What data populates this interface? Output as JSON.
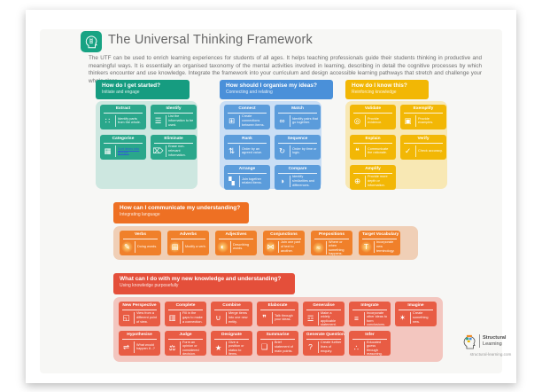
{
  "page": {
    "title": "The Universal Thinking Framework",
    "intro": "The UTF can be used to enrich learning experiences for students of all ages. It helps teaching professionals guide their students thinking in productive and meaningful ways. It is essentially an organised taxonomy of the mental activities involved in learning, describing in detail the cognitive processes by which thinkers encounter and use knowledge. Integrate the framework into your curriculum and design accessible learning pathways that stretch and challenge your whole class.",
    "brand_color": "#18a383"
  },
  "logo": {
    "brand_line1": "Structural",
    "brand_line2": "Learning",
    "website": "structural-learning.com"
  },
  "sections": [
    {
      "id": "get-started",
      "title": "How do I get started?",
      "subtitle": "Initiate and engage",
      "colors": {
        "chip": "#169c80",
        "panel": "#cde7e0",
        "card": "#2aa78b"
      },
      "cards": [
        {
          "label": "Extract",
          "icon": "hierarchy-icon",
          "desc": "Identify parts from the whole."
        },
        {
          "label": "Identify",
          "icon": "list-icon",
          "desc": "List the information to be used."
        },
        {
          "label": "Categorise",
          "icon": "grid-icon",
          "desc": "Sort items into groups.",
          "link": true
        },
        {
          "label": "Eliminate",
          "icon": "trash-icon",
          "desc": "Erase non-relevant information."
        }
      ]
    },
    {
      "id": "organise",
      "title": "How should I organise my ideas?",
      "subtitle": "Connecting and relating",
      "colors": {
        "chip": "#4a90d9",
        "panel": "#c9def5",
        "card": "#5b9cdb"
      },
      "cards": [
        {
          "label": "Connect",
          "icon": "blocks-icon",
          "desc": "Create connections between items."
        },
        {
          "label": "Match",
          "icon": "pair-icon",
          "desc": "Identify pairs that go together."
        },
        {
          "label": "Rank",
          "icon": "rank-icon",
          "desc": "Order by an agreed value."
        },
        {
          "label": "Sequence",
          "icon": "cycle-icon",
          "desc": "Order by time or logic."
        },
        {
          "label": "Arrange",
          "icon": "arrange-icon",
          "desc": "Join together related items."
        },
        {
          "label": "Compare",
          "icon": "venn-icon",
          "desc": "Identify similarities and differences."
        }
      ]
    },
    {
      "id": "know",
      "title": "How do I know this?",
      "subtitle": "Reinforcing knowledge",
      "colors": {
        "chip": "#f2b705",
        "panel": "#f8e8b4",
        "card": "#f2b705"
      },
      "cards": [
        {
          "label": "Validate",
          "icon": "magnifier-icon",
          "desc": "Provide evidence."
        },
        {
          "label": "Exemplify",
          "icon": "picture-icon",
          "desc": "Provide examples."
        },
        {
          "label": "Explain",
          "icon": "speech-icon",
          "desc": "Communicate the rationale."
        },
        {
          "label": "Verify",
          "icon": "check-icon",
          "desc": "Check accuracy."
        },
        {
          "label": "Amplify",
          "icon": "expand-icon",
          "desc": "Provide more depth or information."
        }
      ]
    },
    {
      "id": "communicate",
      "title": "How can I communicate my understanding?",
      "subtitle": "Integrating language",
      "colors": {
        "chip": "#ee7023",
        "panel": "#f0cfb6",
        "card": "#f0802a"
      },
      "cards": [
        {
          "label": "Verbs",
          "icon": "pen-icon",
          "desc": "Doing words."
        },
        {
          "label": "Adverbs",
          "icon": "keyboard-icon",
          "desc": "Modify a verb."
        },
        {
          "label": "Adjectives",
          "icon": "half-circle-icon",
          "desc": "Describing words."
        },
        {
          "label": "Conjunctions",
          "icon": "link-icon",
          "desc": "Join one part of text to another."
        },
        {
          "label": "Prepositions",
          "icon": "waves-icon",
          "desc": "Where or when something happens."
        },
        {
          "label": "Target Vocabulary",
          "icon": "letter-icon",
          "desc": "Incorporate new terminology."
        }
      ]
    },
    {
      "id": "apply",
      "title": "What can I do with my new knowledge and understanding?",
      "subtitle": "Using knowledge purposefully",
      "colors": {
        "chip": "#e44f3a",
        "panel": "#f3c6bf",
        "card": "#e85c44"
      },
      "cards": [
        {
          "label": "New Perspective",
          "icon": "perspective-icon",
          "desc": "View from a different point of view."
        },
        {
          "label": "Complete",
          "icon": "complete-icon",
          "desc": "Fill in the gaps to make a connection."
        },
        {
          "label": "Combine",
          "icon": "merge-icon",
          "desc": "Merge items into one new entity."
        },
        {
          "label": "Elaborate",
          "icon": "speech-bubble-icon",
          "desc": "Talk through your ideas."
        },
        {
          "label": "Generalise",
          "icon": "document-icon",
          "desc": "Make a widely applicable statement."
        },
        {
          "label": "Integrate",
          "icon": "layers-icon",
          "desc": "Incorporate other ideas to form conclusions."
        },
        {
          "label": "Imagine",
          "icon": "bulb-icon",
          "desc": "Create something new."
        },
        {
          "label": "Hypothesise",
          "icon": "hypothesis-icon",
          "desc": "What would happen if...?"
        },
        {
          "label": "Judge",
          "icon": "scales-icon",
          "desc": "Form an opinion or considered decision."
        },
        {
          "label": "Designate",
          "icon": "person-icon",
          "desc": "Give a position or status to items."
        },
        {
          "label": "Summarise",
          "icon": "clipboard-icon",
          "desc": "Brief statement of main points."
        },
        {
          "label": "Generate Questions",
          "icon": "question-icon",
          "desc": "Create further lines of enquiry."
        },
        {
          "label": "Infer",
          "icon": "infer-icon",
          "desc": "Educated guess through reasoning."
        }
      ]
    }
  ]
}
